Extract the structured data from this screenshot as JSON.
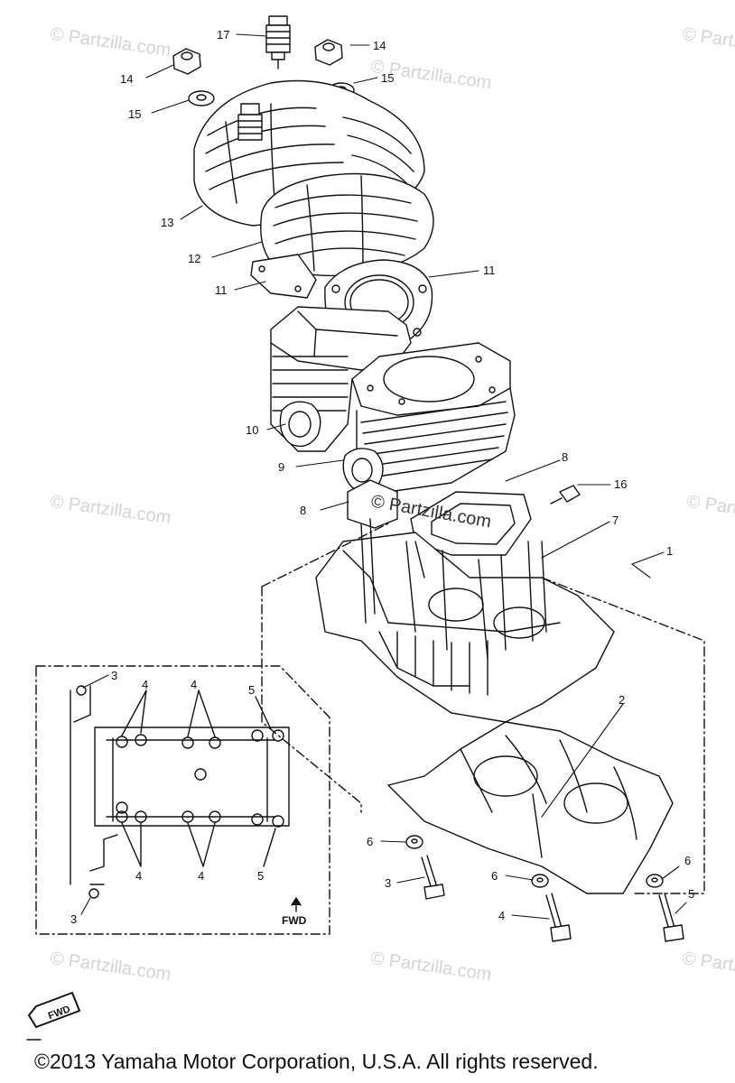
{
  "watermark": "© Partzilla.com",
  "copyright": "©2013  Yamaha Motor Corporation, U.S.A. All rights reserved.",
  "fwd_label": "FWD",
  "callouts": [
    {
      "id": "c17",
      "label": "17"
    },
    {
      "id": "c14a",
      "label": "14"
    },
    {
      "id": "c14b",
      "label": "14"
    },
    {
      "id": "c15a",
      "label": "15"
    },
    {
      "id": "c15b",
      "label": "15"
    },
    {
      "id": "c13",
      "label": "13"
    },
    {
      "id": "c12",
      "label": "12"
    },
    {
      "id": "c11a",
      "label": "11"
    },
    {
      "id": "c11b",
      "label": "11"
    },
    {
      "id": "c10",
      "label": "10"
    },
    {
      "id": "c9",
      "label": "9"
    },
    {
      "id": "c8a",
      "label": "8"
    },
    {
      "id": "c8b",
      "label": "8"
    },
    {
      "id": "c16",
      "label": "16"
    },
    {
      "id": "c7",
      "label": "7"
    },
    {
      "id": "c1",
      "label": "1"
    },
    {
      "id": "c2",
      "label": "2"
    },
    {
      "id": "c6a",
      "label": "6"
    },
    {
      "id": "c6b",
      "label": "6"
    },
    {
      "id": "c6c",
      "label": "6"
    },
    {
      "id": "c3a",
      "label": "3"
    },
    {
      "id": "c4a",
      "label": "4"
    },
    {
      "id": "c5a",
      "label": "5"
    },
    {
      "id": "i3a",
      "label": "3"
    },
    {
      "id": "i4a",
      "label": "4"
    },
    {
      "id": "i4b",
      "label": "4"
    },
    {
      "id": "i5a",
      "label": "5"
    },
    {
      "id": "i4c",
      "label": "4"
    },
    {
      "id": "i4d",
      "label": "4"
    },
    {
      "id": "i5b",
      "label": "5"
    },
    {
      "id": "i3b",
      "label": "3"
    }
  ]
}
